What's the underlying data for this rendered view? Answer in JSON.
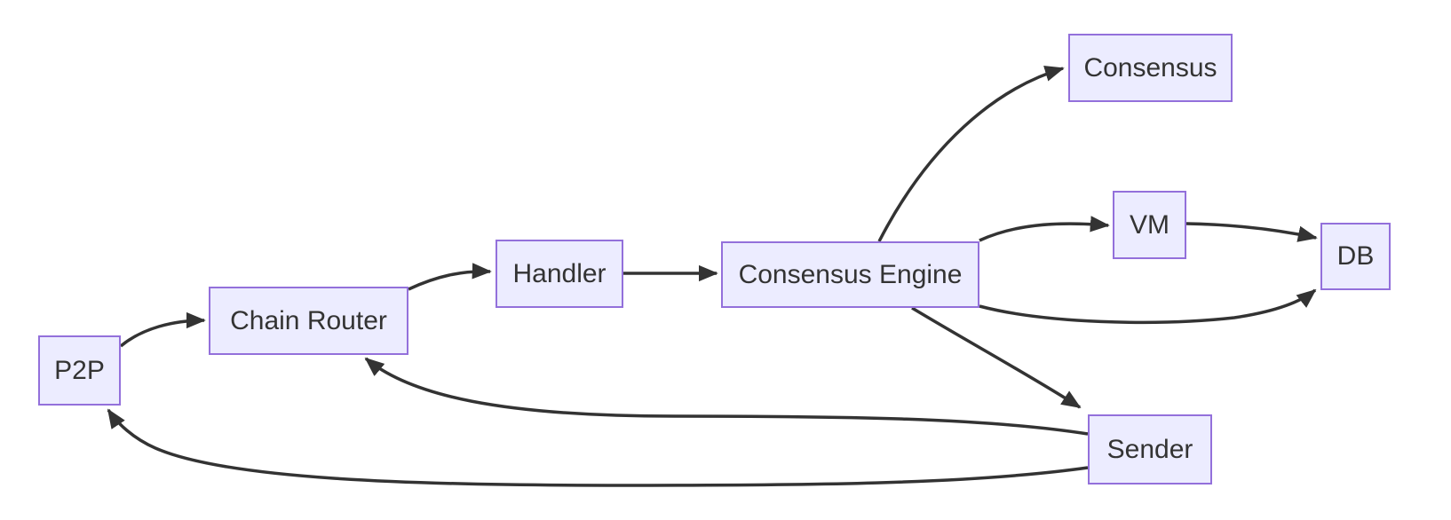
{
  "diagram": {
    "type": "flowchart",
    "direction": "left-to-right",
    "nodes": [
      {
        "id": "p2p",
        "label": "P2P"
      },
      {
        "id": "chain-router",
        "label": "Chain Router"
      },
      {
        "id": "handler",
        "label": "Handler"
      },
      {
        "id": "consensus-engine",
        "label": "Consensus Engine"
      },
      {
        "id": "consensus",
        "label": "Consensus"
      },
      {
        "id": "vm",
        "label": "VM"
      },
      {
        "id": "db",
        "label": "DB"
      },
      {
        "id": "sender",
        "label": "Sender"
      }
    ],
    "edges": [
      {
        "from": "P2P",
        "to": "Chain Router"
      },
      {
        "from": "Chain Router",
        "to": "Handler"
      },
      {
        "from": "Handler",
        "to": "Consensus Engine"
      },
      {
        "from": "Consensus Engine",
        "to": "Consensus"
      },
      {
        "from": "Consensus Engine",
        "to": "VM"
      },
      {
        "from": "VM",
        "to": "DB"
      },
      {
        "from": "Consensus Engine",
        "to": "DB"
      },
      {
        "from": "Consensus Engine",
        "to": "Sender"
      },
      {
        "from": "Sender",
        "to": "Chain Router"
      },
      {
        "from": "Sender",
        "to": "P2P"
      }
    ],
    "colors": {
      "node_fill": "#ECECFF",
      "node_border": "#9370DB",
      "edge_stroke": "#333333",
      "text": "#333333",
      "background": "#FFFFFF"
    }
  }
}
